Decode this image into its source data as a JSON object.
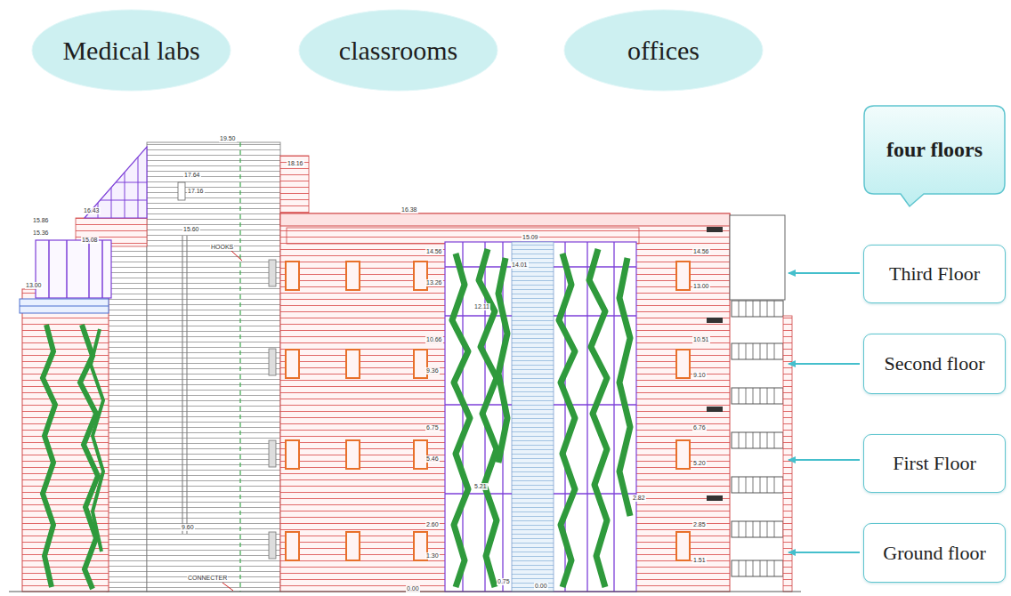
{
  "diagram": {
    "nodes": [
      {
        "text": [
          "Medical labs"
        ]
      },
      {
        "text": [
          "classrooms"
        ]
      },
      {
        "text": [
          "offices"
        ]
      },
      {
        "text": [
          "four floors"
        ]
      },
      {
        "text": [
          "Third Floor"
        ]
      },
      {
        "text": [
          "Second floor"
        ]
      },
      {
        "text": [
          "First Floor"
        ]
      },
      {
        "text": [
          "Ground floor"
        ]
      }
    ],
    "labels": [
      "19.50",
      "18.16",
      "17.64",
      "17.16",
      "15.60",
      "15.86",
      "15.36",
      "16.43",
      "15.08",
      "13.00",
      "HOOKS",
      "16.38",
      "15.09",
      "14.56",
      "13.26",
      "14.01",
      "12.11",
      "14.56",
      "13.00",
      "10.66",
      "9.36",
      "10.51",
      "9.10",
      "6.75",
      "5.46",
      "6.76",
      "5.20",
      "2.60",
      "1.30",
      "2.85",
      "1.51",
      "5.21",
      "2.82",
      "9.60",
      "CONNECTER",
      "0.00",
      "0.75",
      "0.00"
    ]
  }
}
